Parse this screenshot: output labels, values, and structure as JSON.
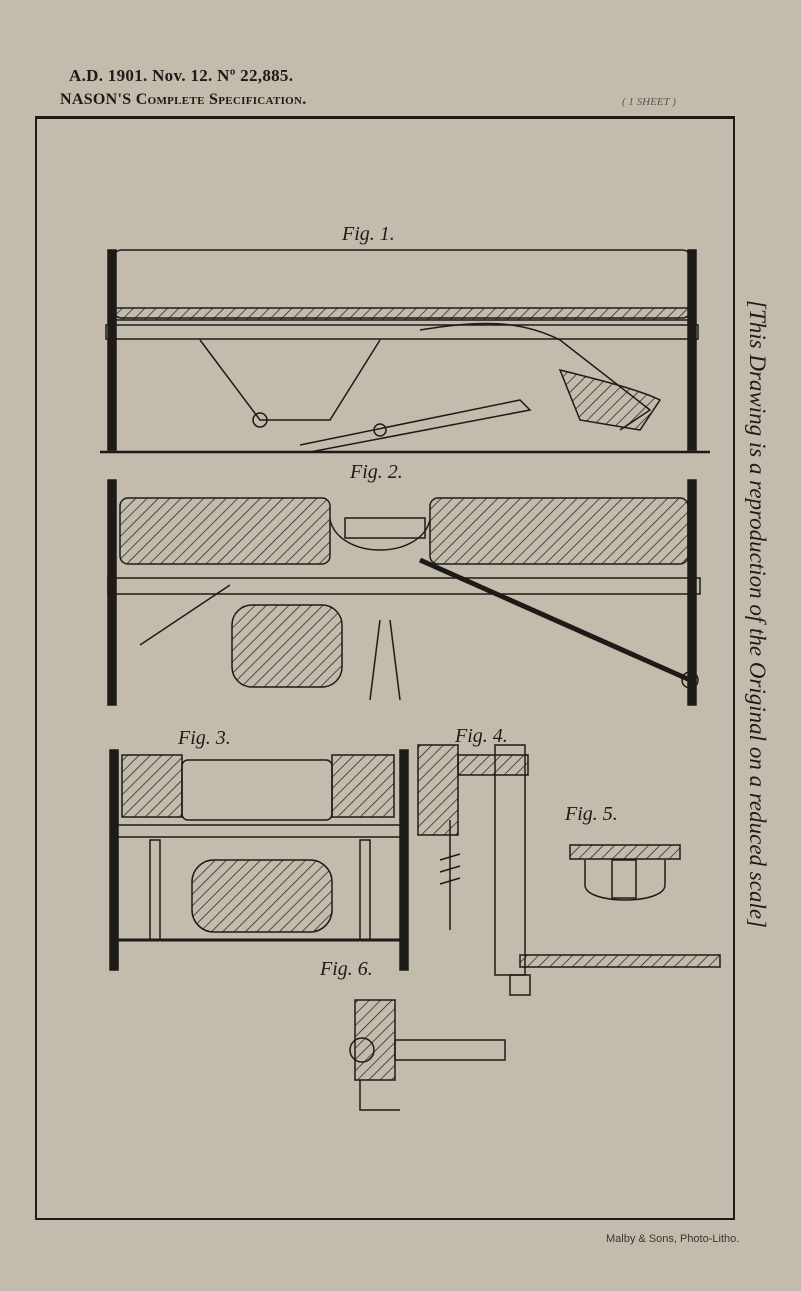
{
  "header": {
    "line1": "A.D. 1901. Nov. 12. Nº 22,885.",
    "line2": "NASON'S Complete Specification.",
    "sheet": "( 1 SHEET )"
  },
  "side_note": "[This Drawing is a reproduction of the Original on a reduced scale]",
  "footer": "Malby & Sons, Photo-Litho.",
  "figures": [
    {
      "label": "Fig. 1."
    },
    {
      "label": "Fig. 2."
    },
    {
      "label": "Fig. 3."
    },
    {
      "label": "Fig. 4."
    },
    {
      "label": "Fig. 5."
    },
    {
      "label": "Fig. 6."
    }
  ],
  "colors": {
    "paper": "#c3bbac",
    "ink": "#1d1a17"
  }
}
